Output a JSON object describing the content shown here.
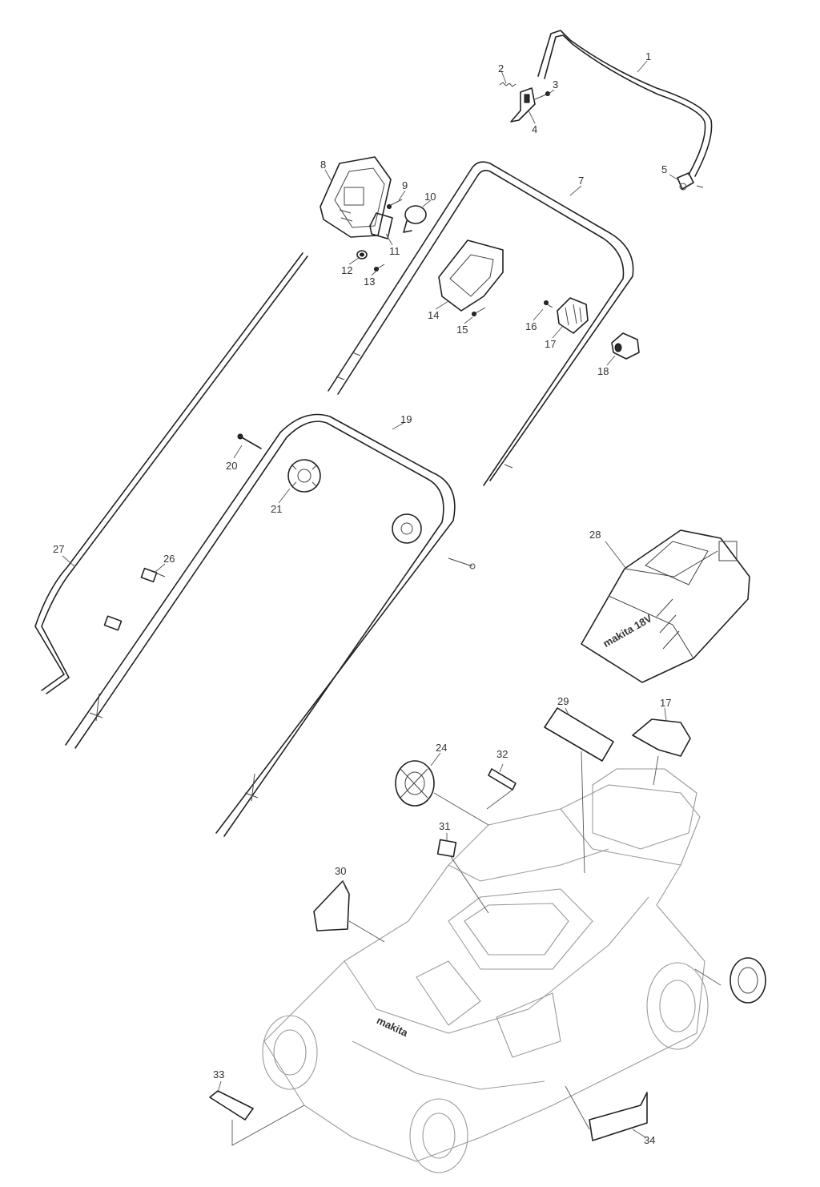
{
  "diagram": {
    "callouts": [
      {
        "id": "1",
        "text": "1"
      },
      {
        "id": "2",
        "text": "2"
      },
      {
        "id": "3",
        "text": "3"
      },
      {
        "id": "4",
        "text": "4"
      },
      {
        "id": "5",
        "text": "5"
      },
      {
        "id": "7",
        "text": "7"
      },
      {
        "id": "8",
        "text": "8"
      },
      {
        "id": "9",
        "text": "9"
      },
      {
        "id": "10",
        "text": "10"
      },
      {
        "id": "11",
        "text": "11"
      },
      {
        "id": "12",
        "text": "12"
      },
      {
        "id": "13",
        "text": "13"
      },
      {
        "id": "14",
        "text": "14"
      },
      {
        "id": "15",
        "text": "15"
      },
      {
        "id": "16",
        "text": "16"
      },
      {
        "id": "17a",
        "text": "17"
      },
      {
        "id": "17b",
        "text": "17"
      },
      {
        "id": "18",
        "text": "18"
      },
      {
        "id": "19",
        "text": "19"
      },
      {
        "id": "20",
        "text": "20"
      },
      {
        "id": "21",
        "text": "21"
      },
      {
        "id": "24",
        "text": "24"
      },
      {
        "id": "26",
        "text": "26"
      },
      {
        "id": "27",
        "text": "27"
      },
      {
        "id": "28",
        "text": "28"
      },
      {
        "id": "29",
        "text": "29"
      },
      {
        "id": "30",
        "text": "30"
      },
      {
        "id": "31",
        "text": "31"
      },
      {
        "id": "32",
        "text": "32"
      },
      {
        "id": "33",
        "text": "33"
      },
      {
        "id": "34",
        "text": "34"
      }
    ],
    "brand_marks": {
      "battery_cover": "makita 18V",
      "deck": "makita"
    }
  }
}
